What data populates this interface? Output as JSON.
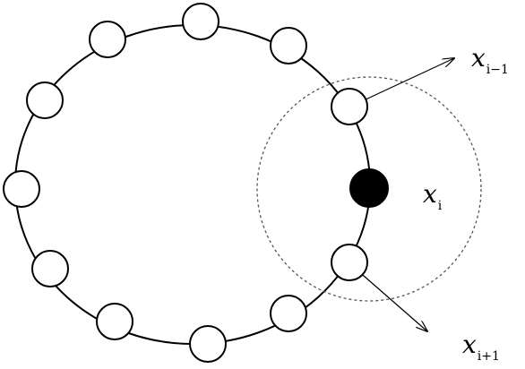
{
  "labels": {
    "prev": {
      "base": "x",
      "sub": "i−1"
    },
    "current": {
      "base": "x",
      "sub": "i"
    },
    "next": {
      "base": "x",
      "sub": "i+1"
    }
  },
  "colors": {
    "stroke": "#000000",
    "node_fill": "#ffffff",
    "current_fill": "#000000",
    "neighborhood_stroke": "#555555"
  }
}
